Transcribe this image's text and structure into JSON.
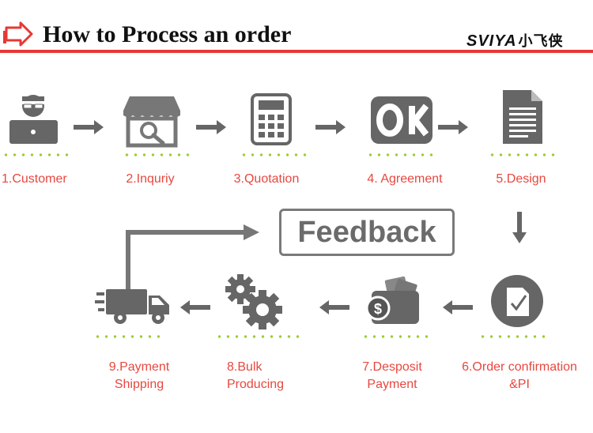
{
  "header": {
    "title": "How to Process an order",
    "logo_text": "SVIYA",
    "logo_cn": "小飞侠"
  },
  "feedback": {
    "label": "Feedback"
  },
  "steps": [
    {
      "label": "1.Customer",
      "icon": "customer-laptop-icon"
    },
    {
      "label": "2.Inquriy",
      "icon": "shop-search-icon"
    },
    {
      "label": "3.Quotation",
      "icon": "calculator-icon"
    },
    {
      "label": "4. Agreement",
      "icon": "ok-icon"
    },
    {
      "label": "5.Design",
      "icon": "document-icon"
    },
    {
      "label_line1": "6.Order confirmation",
      "label_line2": "&PI",
      "icon": "check-clipboard-icon"
    },
    {
      "label_line1": "7.Desposit",
      "label_line2": "Payment",
      "icon": "wallet-money-icon"
    },
    {
      "label_line1": "8.Bulk",
      "label_line2": "Producing",
      "icon": "gears-icon"
    },
    {
      "label_line1": "9.Payment",
      "label_line2": "Shipping",
      "icon": "delivery-truck-icon"
    }
  ],
  "colors": {
    "accent_red": "#e53935",
    "label_red": "#e8473f",
    "icon_gray": "#666666",
    "dot_green": "#9ccc3a"
  }
}
